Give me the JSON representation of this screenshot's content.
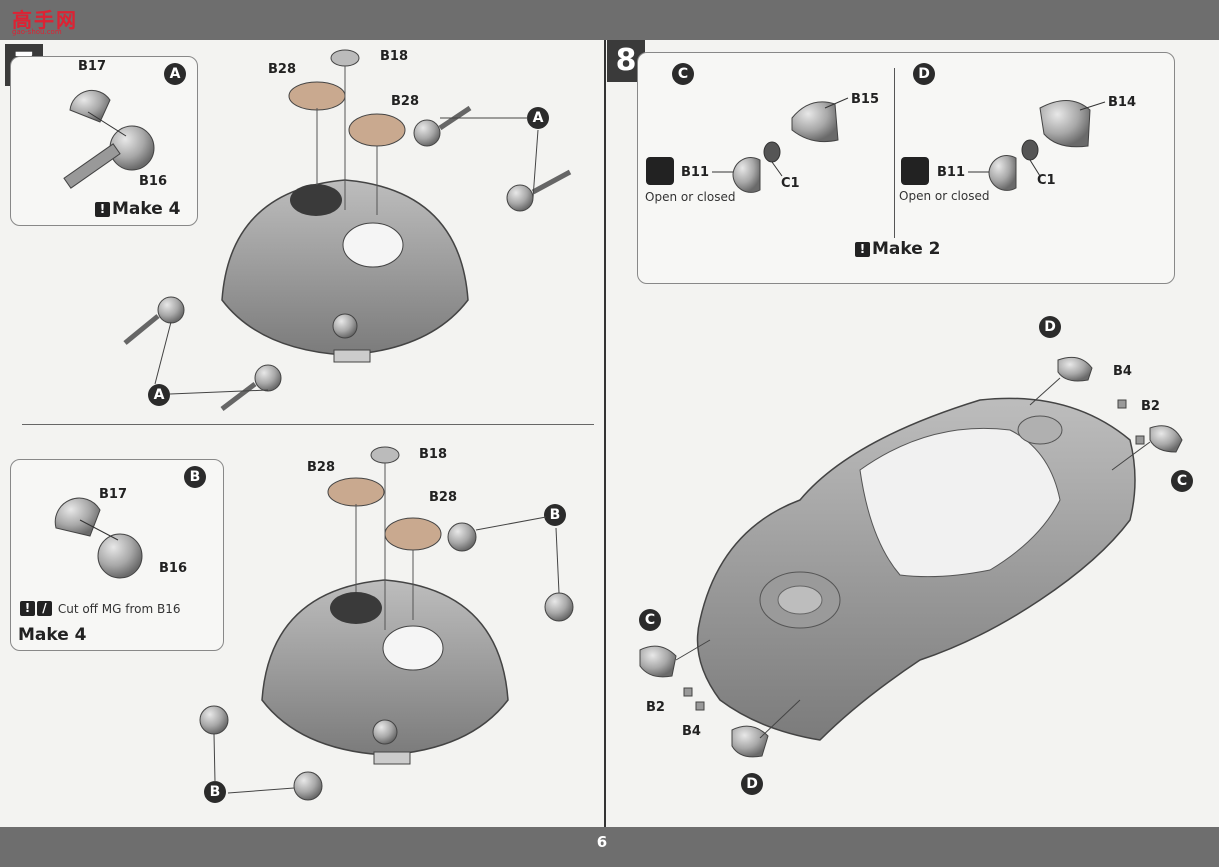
{
  "page_number": "6",
  "watermark": {
    "brand": "高手网",
    "url": "gao-shou.com"
  },
  "steps": [
    {
      "number": "7"
    },
    {
      "number": "8"
    }
  ],
  "step7": {
    "panel_a": {
      "marker": "A",
      "parts": [
        "B17",
        "B16"
      ],
      "instruction": "Make 4"
    },
    "main_a": {
      "parts": [
        "B28",
        "B18",
        "B28"
      ],
      "marker": "A"
    },
    "panel_b": {
      "marker": "B",
      "parts": [
        "B17",
        "B16"
      ],
      "note": "Cut off MG from B16",
      "instruction": "Make 4"
    },
    "main_b": {
      "parts": [
        "B28",
        "B18",
        "B28"
      ],
      "marker": "B"
    }
  },
  "step8": {
    "sub_c": {
      "marker": "C",
      "parts": [
        "B15",
        "B11",
        "C1"
      ],
      "option": "Open or closed"
    },
    "sub_d": {
      "marker": "D",
      "parts": [
        "B14",
        "B11",
        "C1"
      ],
      "option": "Open or closed"
    },
    "instruction": "Make 2",
    "assembly_labels": {
      "d_top": "D",
      "b4_top": "B4",
      "b2_top": "B2",
      "c_right": "C",
      "c_left": "C",
      "b2_left": "B2",
      "b4_left": "B4",
      "d_bottom": "D"
    }
  },
  "colors": {
    "header_bar": "#6e6e6e",
    "step_box": "#3a3a3a",
    "part_grey": "#9a9a9a",
    "marker_dark": "#2b2b2b"
  }
}
